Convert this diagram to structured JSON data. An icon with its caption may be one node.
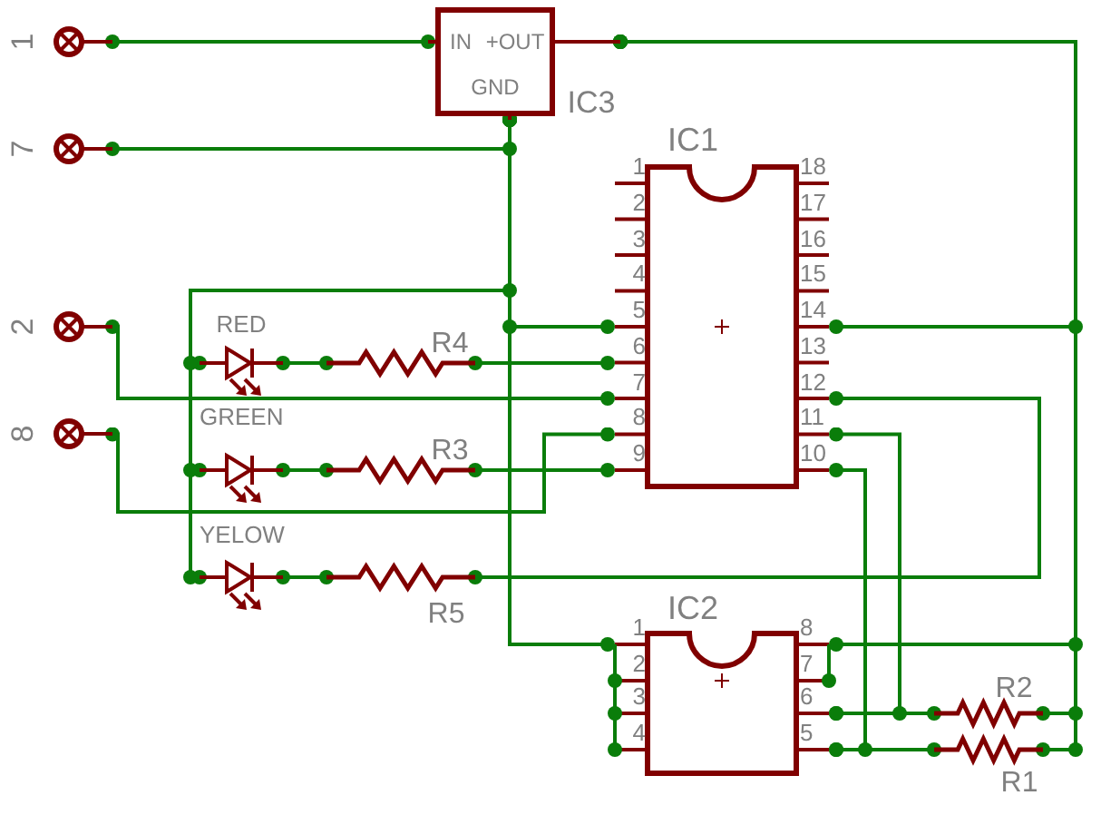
{
  "diagram": {
    "nodes": [
      {
        "text": [
          "1"
        ]
      },
      {
        "text": [
          "IN",
          "+OUT",
          "GND",
          "IC3"
        ]
      },
      {
        "text": [
          "7"
        ]
      },
      {
        "text": [
          "IC1"
        ],
        "beside": [
          "1",
          "18",
          "2",
          "17",
          "3",
          "16",
          "4",
          "15",
          "5",
          "14",
          "6",
          "13",
          "7",
          "12",
          "8",
          "11",
          "9",
          "10"
        ]
      },
      {
        "text": [
          "2"
        ]
      },
      {
        "text": [
          "RED"
        ]
      },
      {
        "text": [
          "R4"
        ]
      },
      {
        "text": [
          "8"
        ]
      },
      {
        "text": [
          "GREEN"
        ]
      },
      {
        "text": [
          "R3"
        ]
      },
      {
        "text": [
          "YELOW"
        ]
      },
      {
        "text": [
          "R5"
        ]
      },
      {
        "text": [
          "IC2"
        ],
        "beside": [
          "1",
          "8",
          "2",
          "7",
          "3",
          "6",
          "4",
          "5"
        ]
      },
      {
        "text": [
          "R2"
        ]
      },
      {
        "text": [
          "R1"
        ]
      }
    ],
    "edges": [
      {
        "from": 0,
        "to": 1,
        "arrow": "other"
      },
      {
        "from": 2,
        "to": 1,
        "arrow": "other"
      },
      {
        "from": 1,
        "to": 3,
        "arrow": "other"
      },
      {
        "from": 1,
        "to": 5,
        "arrow": "other"
      },
      {
        "from": 1,
        "to": 8,
        "arrow": "other"
      },
      {
        "from": 1,
        "to": 10,
        "arrow": "other"
      },
      {
        "from": 1,
        "to": 12,
        "arrow": "other"
      },
      {
        "from": 1,
        "to": 3,
        "arrow": "other"
      },
      {
        "from": 1,
        "to": 12,
        "arrow": "other"
      },
      {
        "from": 1,
        "to": 13,
        "arrow": "other"
      },
      {
        "from": 1,
        "to": 14,
        "arrow": "other"
      },
      {
        "from": 4,
        "to": 3,
        "arrow": "other"
      },
      {
        "from": 7,
        "to": 3,
        "arrow": "other"
      },
      {
        "from": 5,
        "to": 6,
        "arrow": "other"
      },
      {
        "from": 6,
        "to": 3,
        "arrow": "other"
      },
      {
        "from": 8,
        "to": 9,
        "arrow": "other"
      },
      {
        "from": 9,
        "to": 3,
        "arrow": "other"
      },
      {
        "from": 10,
        "to": 11,
        "arrow": "other"
      },
      {
        "from": 11,
        "to": 3,
        "arrow": "other"
      },
      {
        "from": 3,
        "to": 12,
        "arrow": "other"
      },
      {
        "from": 12,
        "to": 13,
        "arrow": "other"
      },
      {
        "from": 3,
        "to": 12,
        "arrow": "other"
      },
      {
        "from": 12,
        "to": 14,
        "arrow": "other"
      }
    ]
  }
}
